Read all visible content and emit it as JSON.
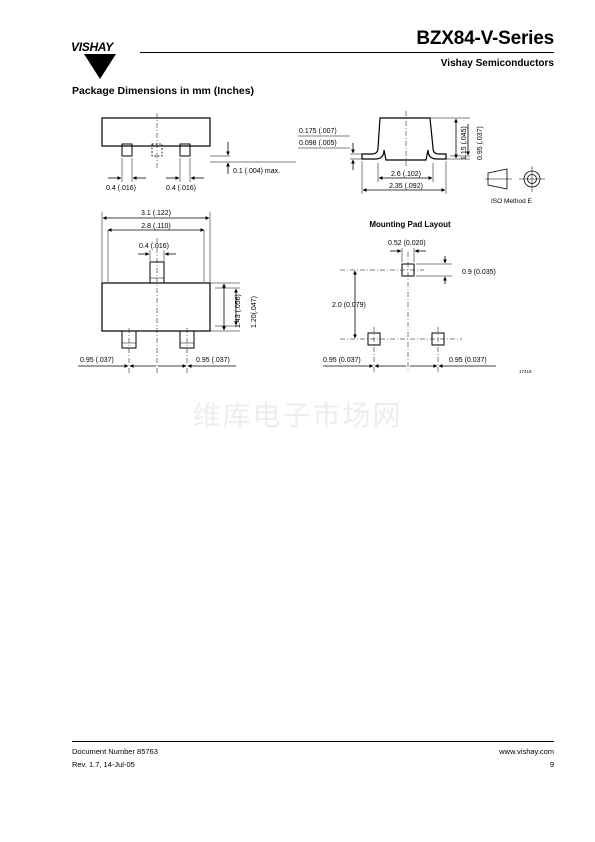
{
  "header": {
    "logo_text": "VISHAY",
    "title": "BZX84-V-Series",
    "company": "Vishay Semiconductors"
  },
  "section": {
    "heading": "Package Dimensions in mm (Inches)"
  },
  "drawing": {
    "top_view": {
      "lead_width_left": "0.4 (.016)",
      "lead_width_right": "0.4 (.016)",
      "max_gap": "0.1 (.004) max."
    },
    "side_view": {
      "lead_thickness_max": "0.175 (.007)",
      "lead_thickness_min": "0.098 (.005)",
      "height_max": "1.15 (.045)",
      "height_min": "0.95 (.037)",
      "width_max": "2.6 (.102)",
      "width_min": "2.35 (.092)"
    },
    "iso_method": "ISO Method E",
    "bottom_view": {
      "body_length_max": "3.1 (.122)",
      "body_length_min": "2.8 (.110)",
      "lead_width": "0.4 (.016)",
      "body_width_max": "1.43 (.056)",
      "body_width_min": "1.20(.047)",
      "lead_pitch_left": "0.95 (.037)",
      "lead_pitch_right": "0.95 (.037)"
    },
    "mounting_pad": {
      "title": "Mounting Pad Layout",
      "pad_width": "0.52 (0.020)",
      "pad_length": "0.9 (0.035)",
      "row_spacing": "2.0 (0.079)",
      "pitch_left": "0.95 (0.037)",
      "pitch_right": "0.95 (0.037)"
    },
    "drawing_number": "17418"
  },
  "watermark": "维库电子市场网",
  "footer": {
    "document_number": "Document Number 85763",
    "revision": "Rev. 1.7, 14-Jul-05",
    "website": "www.vishay.com",
    "page": "9"
  }
}
